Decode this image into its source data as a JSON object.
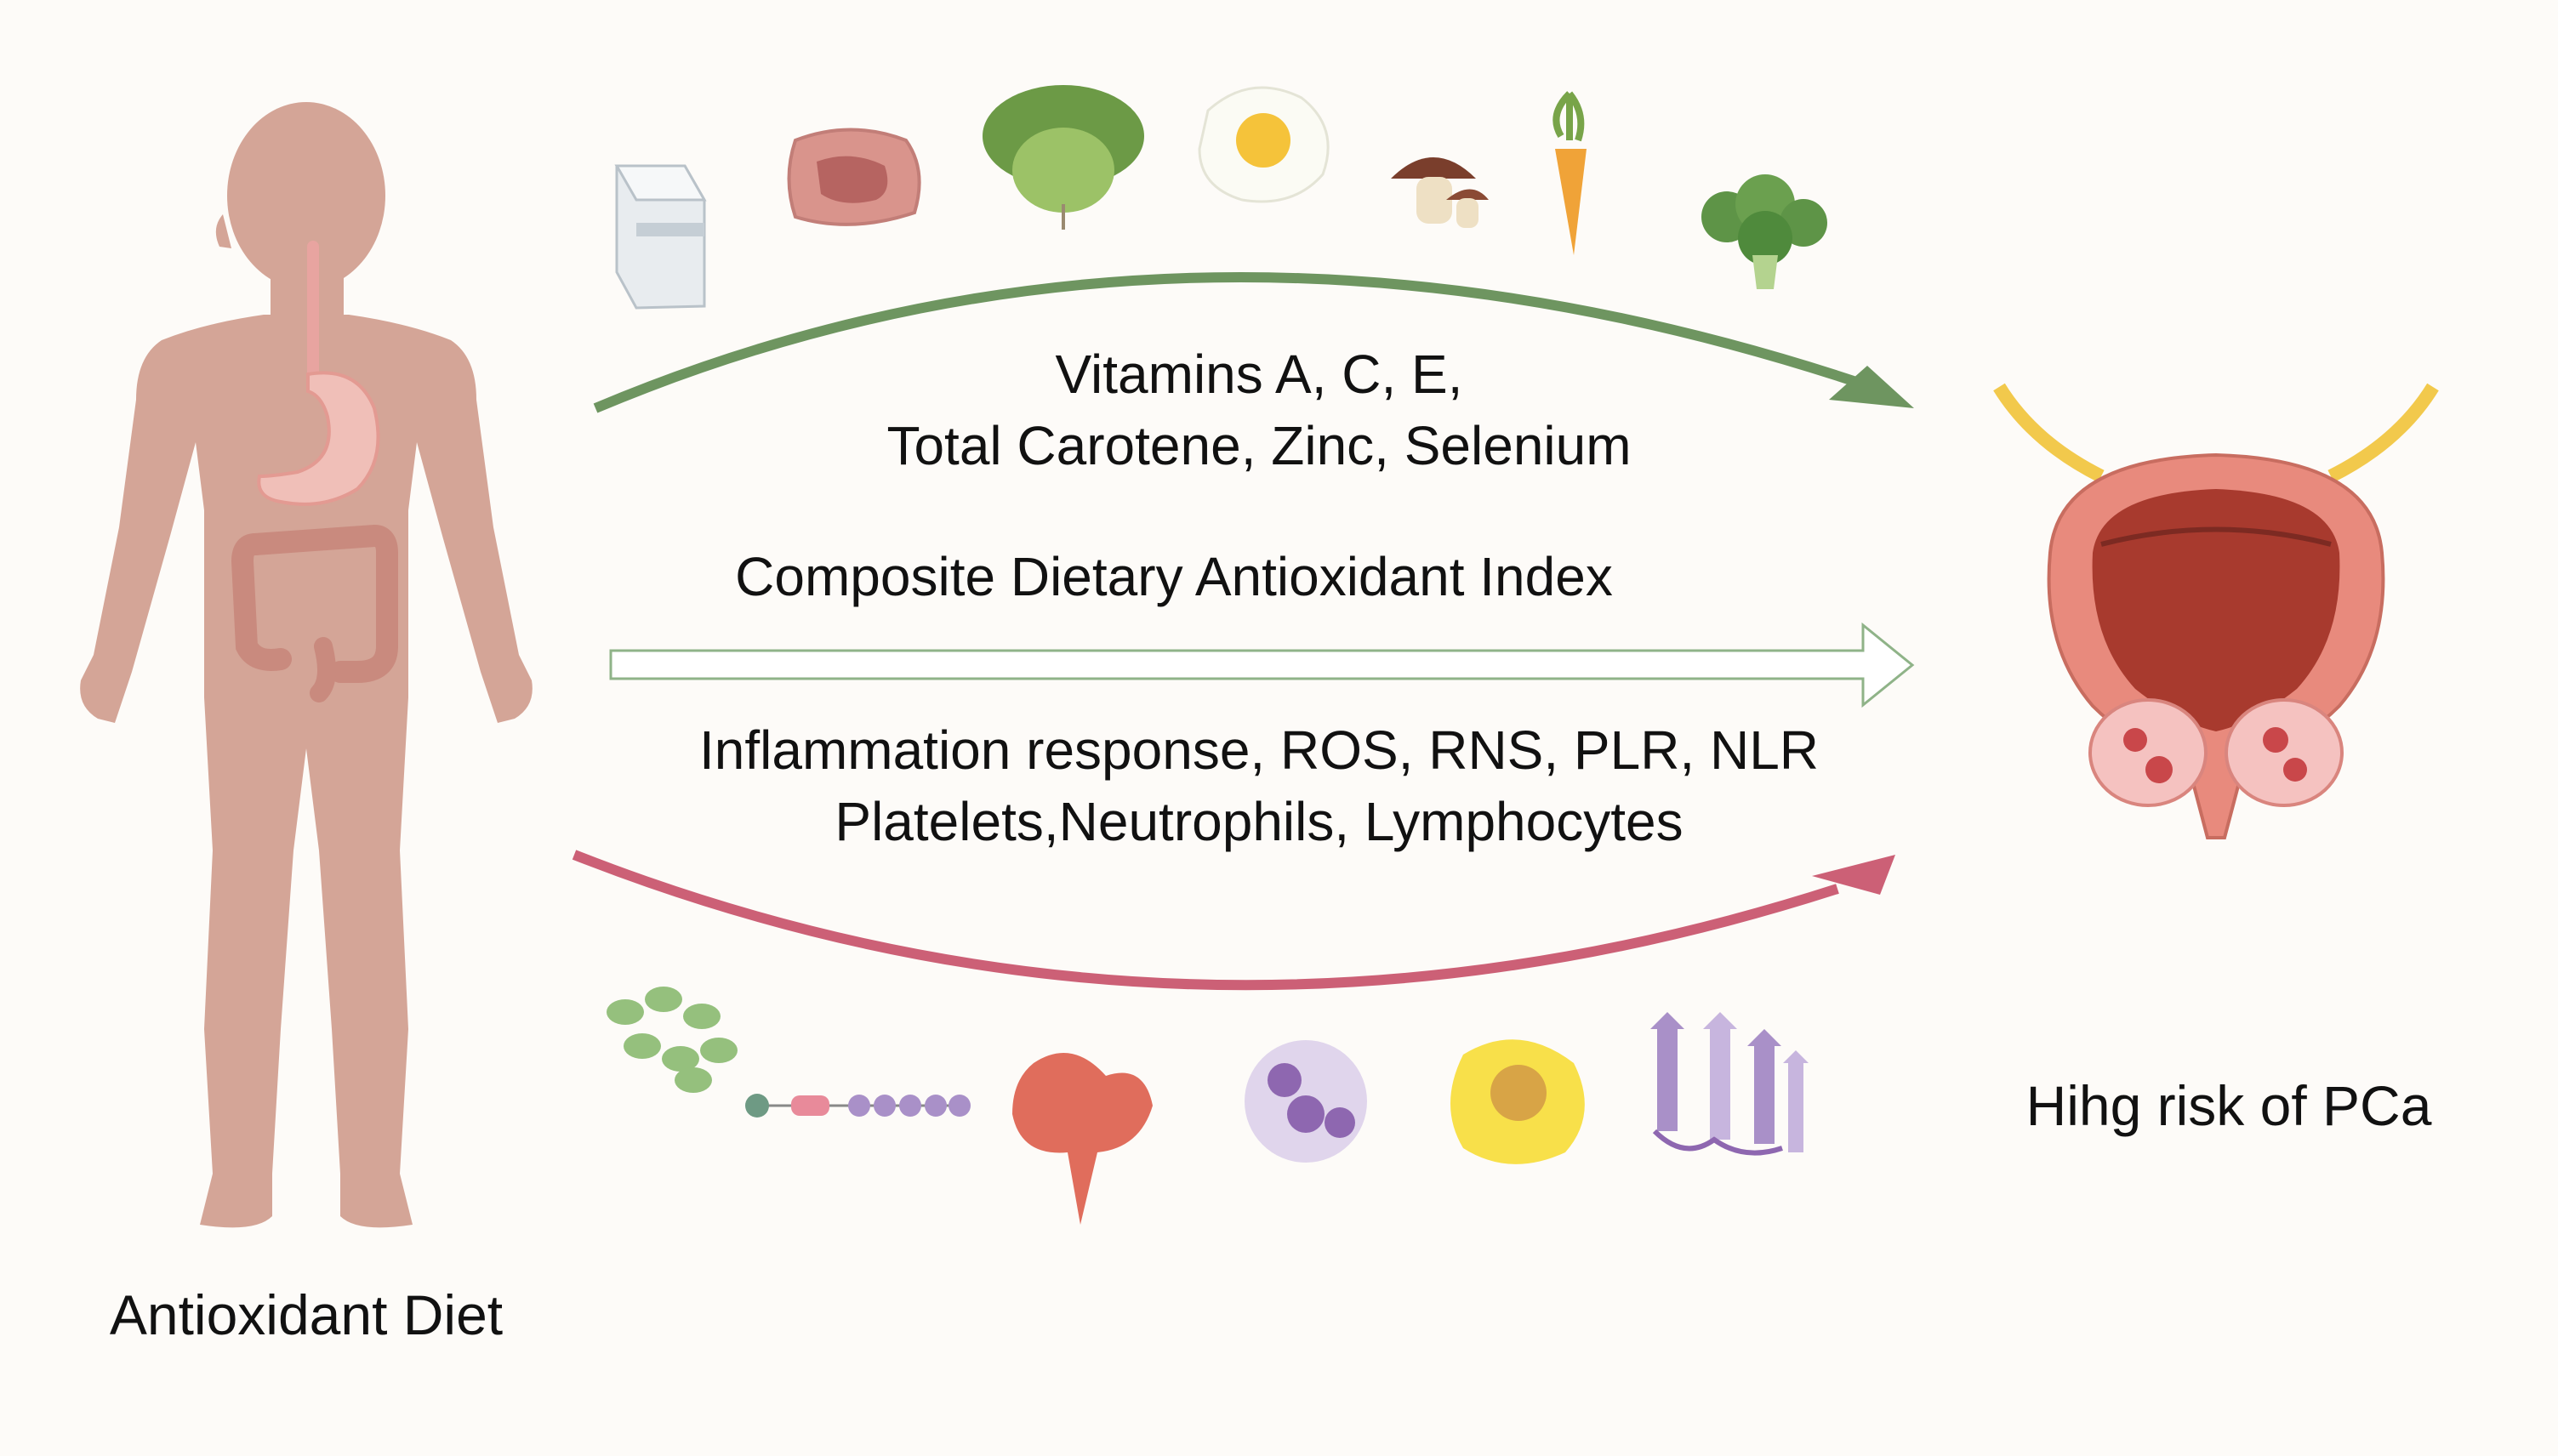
{
  "body_label": "Antioxidant Diet",
  "organ_label": "Hihg risk of PCa",
  "top_pathway": {
    "line1": "Vitamins A, C, E,",
    "line2": "Total Carotene, Zinc, Selenium",
    "food_icons": [
      "milk-carton-icon",
      "meat-icon",
      "lettuce-icon",
      "fried-egg-icon",
      "mushroom-icon",
      "carrot-icon",
      "broccoli-icon"
    ]
  },
  "index_label": "Composite Dietary Antioxidant Index",
  "bottom_pathway": {
    "line1": "Inflammation response, ROS, RNS, PLR, NLR",
    "line2": "Platelets,Neutrophils, Lymphocytes",
    "icons": [
      "cells-icon",
      "molecule-chain-icon",
      "platelet-icon",
      "neutrophil-icon",
      "lymphocyte-icon",
      "protein-structure-icon"
    ]
  },
  "colors": {
    "body": "#d4a597",
    "green_arrow": "#6e9560",
    "red_arrow": "#cc6076",
    "hollow_arrow": "#8fb388"
  }
}
